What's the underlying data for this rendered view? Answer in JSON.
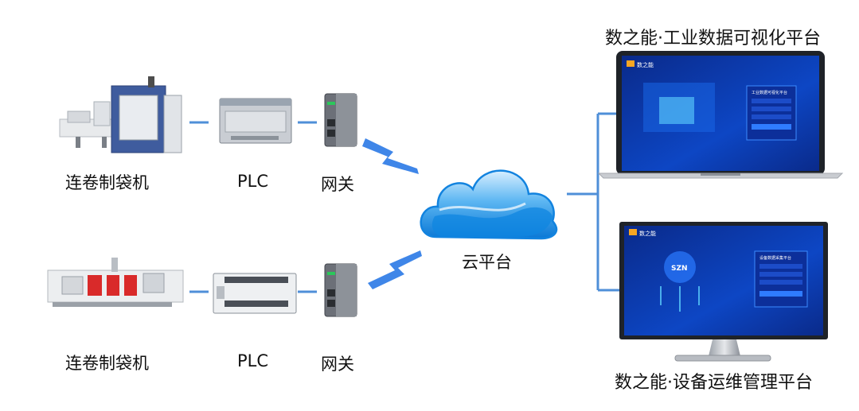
{
  "rows": [
    {
      "machine_label": "连卷制袋机",
      "plc_label": "PLC",
      "gateway_label": "网关"
    },
    {
      "machine_label": "连卷制袋机",
      "plc_label": "PLC",
      "gateway_label": "网关"
    }
  ],
  "cloud": {
    "label": "云平台"
  },
  "platforms": {
    "top": {
      "title": "数之能·工业数据可视化平台",
      "screen_logo": "数之能",
      "panel_title": "工业数据可视化平台"
    },
    "bottom": {
      "title": "数之能·设备运维管理平台",
      "screen_logo": "数之能",
      "panel_title": "设备数据采集平台",
      "hub_text": "SZN"
    }
  },
  "colors": {
    "connector": "#4f8fd8",
    "lightning": "#3f86e8",
    "cloud": "#1f93e6",
    "screen_bg": "#0b2a8c"
  }
}
